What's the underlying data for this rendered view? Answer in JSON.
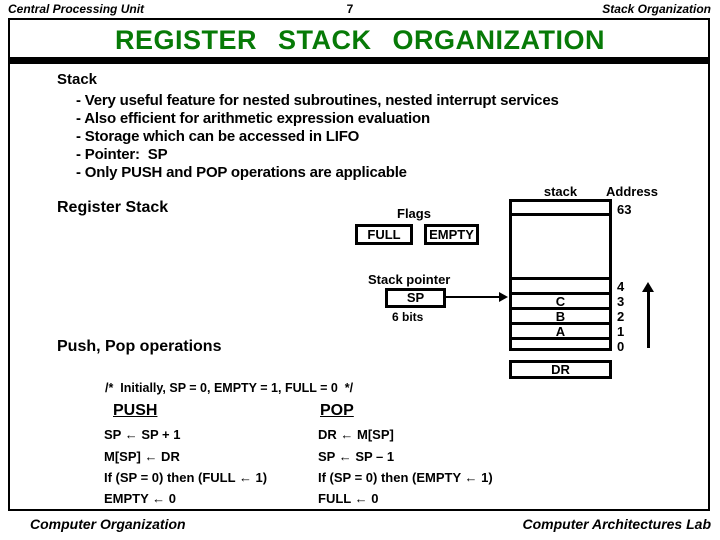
{
  "header": {
    "left": "Central Processing Unit",
    "page_number": "7",
    "right": "Stack Organization"
  },
  "title": "REGISTER STACK ORGANIZATION",
  "colors": {
    "title_green": "#077A07",
    "text": "#000000",
    "background": "#FFFFFF"
  },
  "bullets": {
    "heading": "Stack",
    "items": [
      "- Very useful feature for nested subroutines, nested interrupt services",
      "- Also efficient for arithmetic expression evaluation",
      "- Storage which can be accessed in LIFO",
      "- Pointer:  SP",
      "- Only PUSH and POP operations are applicable"
    ]
  },
  "diagram": {
    "register_stack_heading": "Register Stack",
    "flags_label": "Flags",
    "full_flag": "FULL",
    "empty_flag": "EMPTY",
    "stack_pointer_label": "Stack pointer",
    "sp_register": "SP",
    "sp_width": "6 bits",
    "stack_label": "stack",
    "address_label": "Address",
    "stack_cells": [
      {
        "address": "63",
        "value": ""
      },
      {
        "address": "4",
        "value": ""
      },
      {
        "address": "3",
        "value": "C"
      },
      {
        "address": "2",
        "value": "B"
      },
      {
        "address": "1",
        "value": "A"
      },
      {
        "address": "0",
        "value": ""
      }
    ],
    "dr_register": "DR"
  },
  "push_pop": {
    "heading": "Push, Pop operations",
    "comment": "/*  Initially, SP = 0, EMPTY = 1, FULL = 0  */",
    "push": {
      "title": "PUSH",
      "lines": [
        "SP ← SP + 1",
        "M[SP] ← DR",
        "If (SP = 0) then (FULL ← 1)",
        "EMPTY ← 0"
      ]
    },
    "pop": {
      "title": "POP",
      "lines": [
        "DR ← M[SP]",
        "SP ← SP – 1",
        "If (SP = 0) then (EMPTY ← 1)",
        "FULL ← 0"
      ]
    }
  },
  "footer": {
    "left": "Computer Organization",
    "right": "Computer Architectures Lab"
  }
}
